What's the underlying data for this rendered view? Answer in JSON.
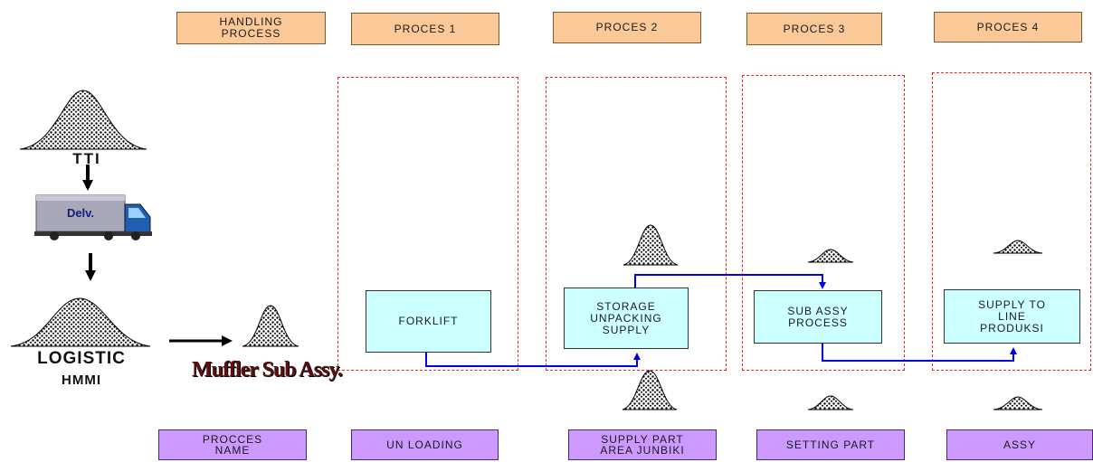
{
  "headers": {
    "handling": "HANDLING\nPROCESS",
    "p1": "PROCES 1",
    "p2": "PROCES 2",
    "p3": "PROCES 3",
    "p4": "PROCES 4"
  },
  "process_boxes": {
    "forklift": "FORKLIFT",
    "storage": "STORAGE\nUNPACKING\nSUPPLY",
    "subassy": "SUB ASSY\nPROCESS",
    "supply": "SUPPLY TO\nLINE\nPRODUKSI"
  },
  "names": {
    "procces": "PROCCES\nNAME",
    "unloading": "UN LOADING",
    "supply_part": "SUPPLY PART\nAREA JUNBIKI",
    "setting": "SETTING PART",
    "assy": "ASSY"
  },
  "left": {
    "tti": "TTI",
    "truck": "Delv.",
    "logistic": "LOGISTIC",
    "hmmi": "HMMI",
    "muffler": "Muffler Sub Assy."
  },
  "colors": {
    "header_fill": "#fbc998",
    "name_fill": "#cc99ff",
    "process_fill": "#ccffff",
    "flow_arrow": "#0000ee",
    "zone_border": "#ee2222"
  }
}
